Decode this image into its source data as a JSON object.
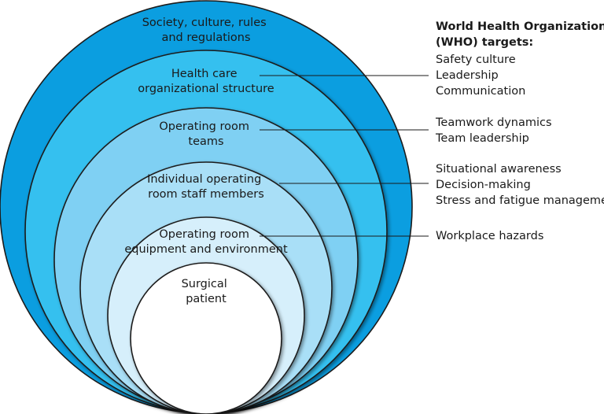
{
  "rings": [
    {
      "lines": [
        "Society, culture, rules",
        "and regulations"
      ],
      "color": "#0b9ee0"
    },
    {
      "lines": [
        "Health care",
        "organizational structure"
      ],
      "color": "#35c0ef"
    },
    {
      "lines": [
        "Operating room",
        "teams"
      ],
      "color": "#7fd0f3"
    },
    {
      "lines": [
        "Individual operating",
        "room staff members"
      ],
      "color": "#a9dff7"
    },
    {
      "lines": [
        "Operating room",
        "equipment and environment"
      ],
      "color": "#d6effb"
    },
    {
      "lines": [
        "Surgical",
        "patient"
      ],
      "color": "#ffffff"
    }
  ],
  "who": {
    "title_line1": "World Health Organization",
    "title_line2": "(WHO) targets:",
    "groups": [
      {
        "items": [
          "Safety culture",
          "Leadership",
          "Communication"
        ]
      },
      {
        "items": [
          "Teamwork dynamics",
          "Team leadership"
        ]
      },
      {
        "items": [
          "Situational awareness",
          "Decision-making",
          "Stress and fatigue management"
        ]
      },
      {
        "items": [
          "Workplace hazards"
        ]
      }
    ]
  }
}
